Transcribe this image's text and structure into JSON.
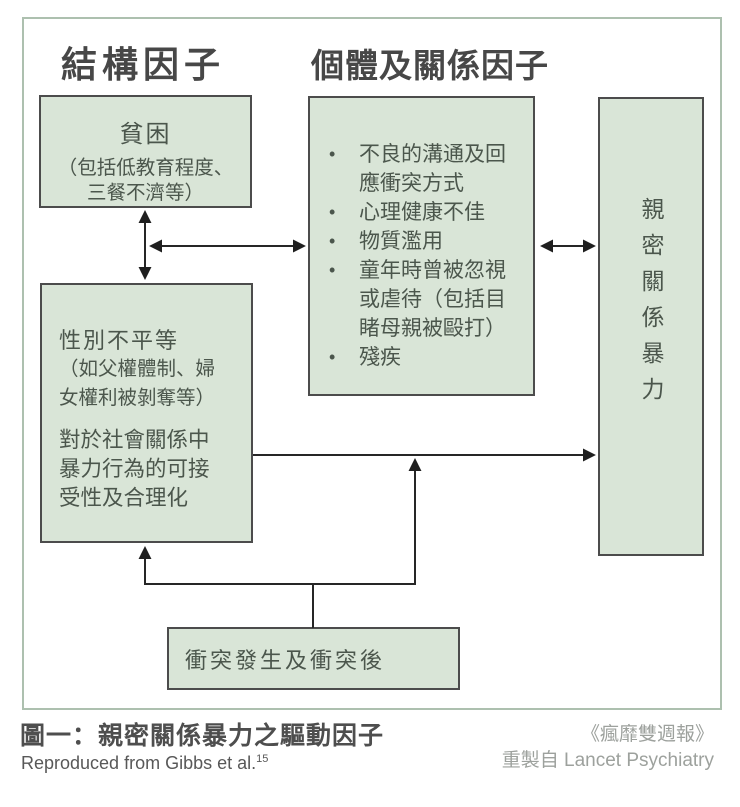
{
  "headings": {
    "structural": "結構因子",
    "individual": "個體及關係因子"
  },
  "boxes": {
    "poverty": {
      "title": "貧困",
      "detail": "（包括低教育程度、\n三餐不濟等）"
    },
    "individual_factors": {
      "bullet_char": "•",
      "items": [
        "不良的溝通及回\n應衝突方式",
        "心理健康不佳",
        "物質濫用",
        "童年時曾被忽視\n或虐待（包括目\n睹母親被毆打）",
        "殘疾"
      ]
    },
    "ipv": {
      "label": "親密關係暴力"
    },
    "gender": {
      "title": "性別不平等",
      "subtitle": "（如父權體制、婦\n女權利被剝奪等）",
      "body": "對於社會關係中\n暴力行為的可接\n受性及合理化"
    },
    "conflict": {
      "label": "衝突發生及衝突後"
    }
  },
  "caption": {
    "figure_title": "圖一：親密關係暴力之驅動因子",
    "source": "Reproduced from Gibbs et al.",
    "source_ref": "15"
  },
  "credits": {
    "publication": "《瘋靡雙週報》",
    "remade_from": "重製自 Lancet Psychiatry"
  },
  "colors": {
    "box_fill": "#d9e5d7",
    "box_border": "#4c4c4c",
    "arrow_line": "#262626",
    "frame_border": "#adc0af",
    "box_text": "#4b564c",
    "heading_text": "#474747",
    "caption_text": "#4e4e4e",
    "credit_text": "#9da19d"
  }
}
